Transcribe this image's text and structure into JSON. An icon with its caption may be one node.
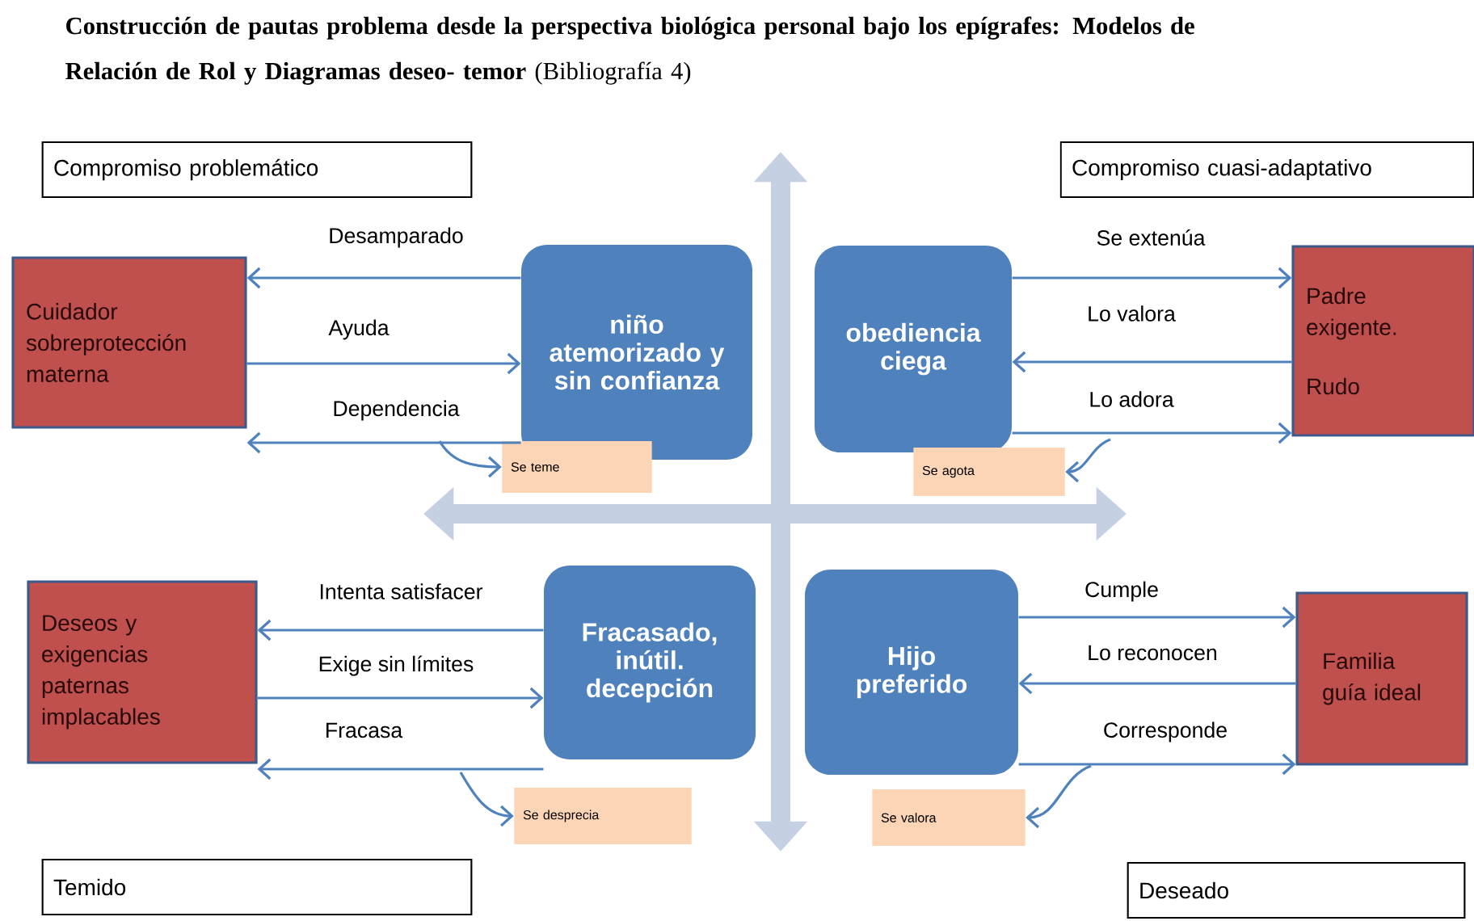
{
  "diagram": {
    "title": "**Construcción de pautas problema desde la perspectiva biológica personal bajo los epígrafes: Modelos de Relación de Rol y Diagramas deseo- temor** (Bibliografía 4)",
    "nodes": [
      {
        "text": [
          "Compromiso problemático"
        ]
      },
      {
        "text": [
          "Compromiso cuasi-adaptativo"
        ]
      },
      {
        "text": [
          "Cuidador sobreprotección materna"
        ]
      },
      {
        "text": [
          "niño atemorizado y sin confianza"
        ]
      },
      {
        "text": [
          "obediencia ciega"
        ]
      },
      {
        "text": [
          "Padre exigente.",
          "Rudo"
        ]
      },
      {
        "text": [
          "Se teme"
        ]
      },
      {
        "text": [
          "Se agota"
        ]
      },
      {
        "text": [
          "Deseos y exigencias paternas implacables"
        ]
      },
      {
        "text": [
          "Fracasado, inútil. decepción"
        ]
      },
      {
        "text": [
          "Hijo preferido"
        ]
      },
      {
        "text": [
          "Familia guía ideal"
        ]
      },
      {
        "text": [
          "Se desprecia"
        ]
      },
      {
        "text": [
          "Se valora"
        ]
      },
      {
        "text": [
          "Temido"
        ]
      },
      {
        "text": [
          "Deseado"
        ]
      }
    ],
    "edges": [
      {
        "from": 3,
        "to": 2,
        "arrow": "to",
        "label": "Desamparado"
      },
      {
        "from": 2,
        "to": 3,
        "arrow": "to",
        "label": "Ayuda"
      },
      {
        "from": 3,
        "to": 2,
        "arrow": "to",
        "label": "Dependencia"
      },
      {
        "from": null,
        "to": 6,
        "arrow": "to"
      },
      {
        "from": 4,
        "to": 5,
        "arrow": "to",
        "label": "Se extenúa"
      },
      {
        "from": 5,
        "to": 4,
        "arrow": "to",
        "label": "Lo valora"
      },
      {
        "from": 4,
        "to": 5,
        "arrow": "to",
        "label": "Lo adora"
      },
      {
        "from": null,
        "to": 7,
        "arrow": "to"
      },
      {
        "from": 9,
        "to": 8,
        "arrow": "to",
        "label": "Intenta satisfacer"
      },
      {
        "from": 8,
        "to": 9,
        "arrow": "to",
        "label": "Exige sin límites"
      },
      {
        "from": 9,
        "to": 8,
        "arrow": "to",
        "label": "Fracasa"
      },
      {
        "from": null,
        "to": 12,
        "arrow": "to"
      },
      {
        "from": 10,
        "to": 11,
        "arrow": "to",
        "label": "Cumple"
      },
      {
        "from": 11,
        "to": 10,
        "arrow": "to",
        "label": "Lo reconocen"
      },
      {
        "from": 10,
        "to": 11,
        "arrow": "to",
        "label": "Corresponde"
      },
      {
        "from": null,
        "to": 13,
        "arrow": "to"
      }
    ]
  }
}
